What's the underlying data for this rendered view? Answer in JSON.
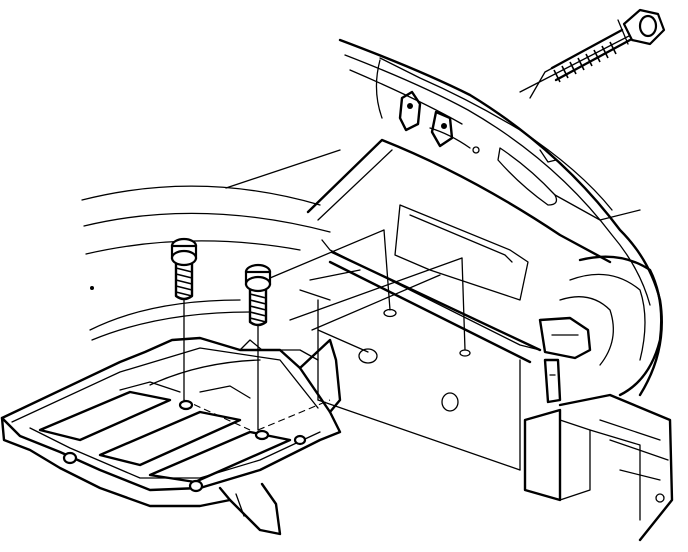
{
  "figure": {
    "kind": "exploded technical line drawing",
    "colors": {
      "line": "#000000",
      "background": "#ffffff"
    },
    "parts": [
      "long-bolt",
      "short-bolt-left",
      "short-bolt-right",
      "bracket-plate",
      "inner-panel",
      "wheelhouse",
      "fender-frame"
    ]
  }
}
